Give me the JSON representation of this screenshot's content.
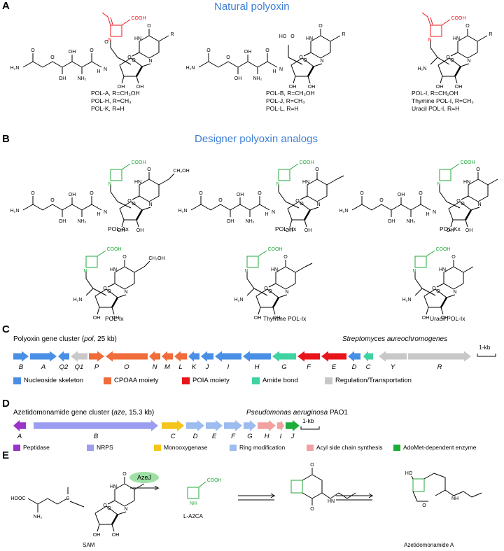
{
  "panels": {
    "a": "A",
    "b": "B",
    "c": "C",
    "d": "D",
    "e": "E"
  },
  "section_titles": {
    "natural": "Natural polyoxin",
    "designer": "Designer polyoxin analogs"
  },
  "natural_captions": [
    [
      "POL-A, R=CH₂OH",
      "POL-H, R=CH₃",
      "POL-K, R=H"
    ],
    [
      "POL-B, R=CH₂OH",
      "POL-J, R=CH₃",
      "POL-L, R=H"
    ],
    [
      "POL-I, R=CH₂OH",
      "Thymine POL-I, R=CH₃",
      "Uracil POL-I, R=H"
    ]
  ],
  "designer_captions": {
    "row1": [
      "POL-Ax",
      "POL-Hx",
      "POL-Kx"
    ],
    "row2": [
      "POL-Ix",
      "Thymine POL-Ix",
      "Uracil POL-Ix"
    ]
  },
  "atoms": {
    "cooh": "COOH",
    "oh": "OH",
    "nh2": "NH₂",
    "h2n": "H₂N",
    "o": "O",
    "n": "N",
    "h": "H",
    "ch2oh": "CH₂OH",
    "r": "R",
    "hn": "HN",
    "s": "S",
    "hooc": "HOOC",
    "ho": "HO",
    "nh": "NH"
  },
  "pol_cluster": {
    "title_pre": "Polyoxin gene cluster (",
    "title_ital": "pol",
    "title_post": ", 25 kb)",
    "organism": "Streptomyces aureochromogenes",
    "scale": "1-kb",
    "genes": [
      {
        "label": "B",
        "color": "#4a8fe6"
      },
      {
        "label": "A",
        "color": "#4a8fe6"
      },
      {
        "label": "Q2",
        "color": "#4a8fe6"
      },
      {
        "label": "Q1",
        "color": "#c8c8c8"
      },
      {
        "label": "P",
        "color": "#f06c3a"
      },
      {
        "label": "O",
        "color": "#f06c3a"
      },
      {
        "label": "N",
        "color": "#f06c3a"
      },
      {
        "label": "M",
        "color": "#f06c3a"
      },
      {
        "label": "L",
        "color": "#f06c3a"
      },
      {
        "label": "K",
        "color": "#4a8fe6"
      },
      {
        "label": "J",
        "color": "#4a8fe6"
      },
      {
        "label": "I",
        "color": "#4a8fe6"
      },
      {
        "label": "H",
        "color": "#4a8fe6"
      },
      {
        "label": "G",
        "color": "#3fd3a2"
      },
      {
        "label": "F",
        "color": "#e8141a"
      },
      {
        "label": "E",
        "color": "#e8141a"
      },
      {
        "label": "D",
        "color": "#4a8fe6"
      },
      {
        "label": "C",
        "color": "#3fd3a2"
      },
      {
        "label": "Y",
        "color": "#c8c8c8"
      },
      {
        "label": "R",
        "color": "#c8c8c8"
      }
    ],
    "legend": [
      {
        "label": "Nucleoside skeleton",
        "color": "#4a8fe6"
      },
      {
        "label": "CPOAA moiety",
        "color": "#f06c3a"
      },
      {
        "label": "POIA moiety",
        "color": "#e8141a"
      },
      {
        "label": "Amide bond",
        "color": "#3fd3a2"
      },
      {
        "label": "Regulation/Transportation",
        "color": "#c8c8c8"
      }
    ]
  },
  "aze_cluster": {
    "title_pre": "Azetidomonamide gene cluster (",
    "title_ital": "aze",
    "title_post": ", 15.3 kb)",
    "organism": "Pseudomonas aeruginosa",
    "strain": " PAO1",
    "scale": "1-kb",
    "genes": [
      {
        "label": "A",
        "color": "#9a34c9"
      },
      {
        "label": "B",
        "color": "#9b9ef0"
      },
      {
        "label": "C",
        "color": "#f5c51c"
      },
      {
        "label": "D",
        "color": "#9dbcef"
      },
      {
        "label": "E",
        "color": "#9dbcef"
      },
      {
        "label": "F",
        "color": "#9dbcef"
      },
      {
        "label": "G",
        "color": "#9dbcef"
      },
      {
        "label": "H",
        "color": "#f3a0a0"
      },
      {
        "label": "I",
        "color": "#f3a0a0"
      },
      {
        "label": "J",
        "color": "#1dad3a"
      }
    ],
    "legend": [
      {
        "label": "Peptidase",
        "color": "#9a34c9"
      },
      {
        "label": "NRPS",
        "color": "#9b9ef0"
      },
      {
        "label": "Monooxygenase",
        "color": "#f5c51c"
      },
      {
        "label": "Ring modification",
        "color": "#9dbcef"
      },
      {
        "label": "Acyl side chain synthesis",
        "color": "#f3a0a0"
      },
      {
        "label": "AdoMet-dependent enzyme",
        "color": "#1dad3a"
      }
    ]
  },
  "pathway": {
    "enzyme": "AzeJ",
    "sam": "SAM",
    "a2ca": "L-A2CA",
    "product": "Azetidomonamide A"
  },
  "colors": {
    "title_blue": "#3d7fd6",
    "red_mark": "#e8141a",
    "green_mark": "#22a83a"
  }
}
